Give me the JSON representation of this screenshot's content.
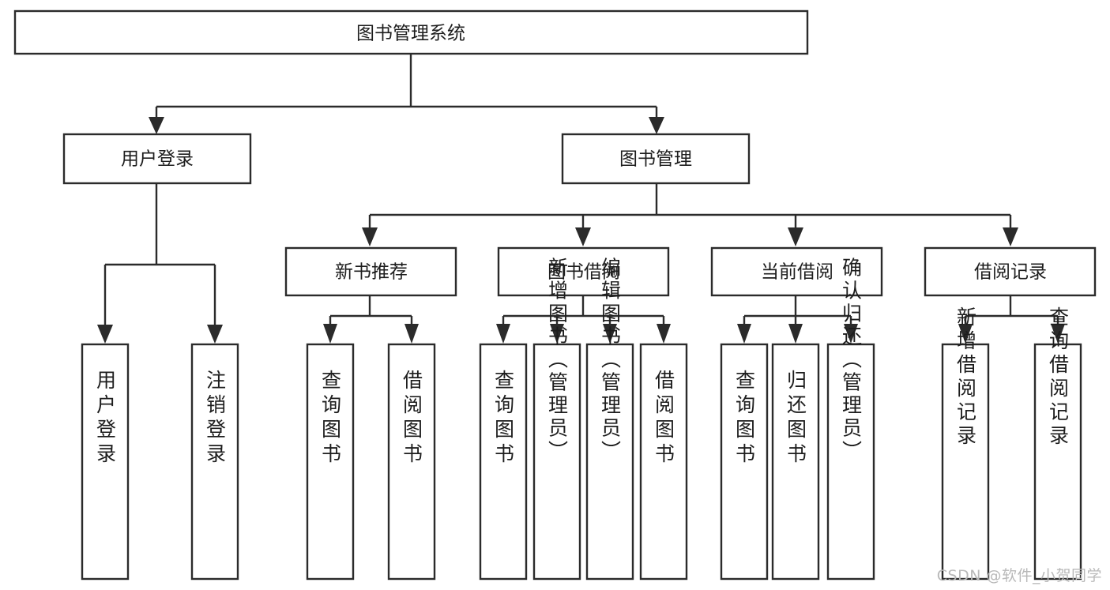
{
  "diagram": {
    "type": "tree",
    "title": "图书管理系统",
    "orientation": "top-down",
    "colors": {
      "box_stroke": "#2b2b2b",
      "box_fill": "#ffffff",
      "text": "#1d1d1d",
      "link": "#2b2b2b",
      "background": "#ffffff",
      "watermark": "#b9b9b9"
    },
    "levels": {
      "root": "图书管理系统",
      "level2": [
        "用户登录",
        "图书管理"
      ],
      "level3": [
        "新书推荐",
        "图书借阅",
        "当前借阅",
        "借阅记录"
      ]
    },
    "nodes": {
      "root": {
        "label": "图书管理系统"
      },
      "user_login": {
        "label": "用户登录"
      },
      "book_manage": {
        "label": "图书管理"
      },
      "new_book_rec": {
        "label": "新书推荐"
      },
      "book_borrow": {
        "label": "图书借阅"
      },
      "current_borrow": {
        "label": "当前借阅"
      },
      "borrow_record": {
        "label": "借阅记录"
      },
      "leaf_user_login": {
        "label": "用户登录"
      },
      "leaf_logout": {
        "label": "注销登录"
      },
      "leaf_query_book_1": {
        "label": "查询图书"
      },
      "leaf_borrow_book_1": {
        "label": "借阅图书"
      },
      "leaf_query_book_2": {
        "label": "查询图书"
      },
      "leaf_add_book": {
        "label": "新增图书（管理员）"
      },
      "leaf_edit_book": {
        "label": "编辑图书（管理员）"
      },
      "leaf_borrow_book_2": {
        "label": "借阅图书"
      },
      "leaf_query_book_3": {
        "label": "查询图书"
      },
      "leaf_return_book": {
        "label": "归还图书"
      },
      "leaf_confirm_return": {
        "label": "确认归还（管理员）"
      },
      "leaf_add_record": {
        "label": "新增借阅记录"
      },
      "leaf_query_record": {
        "label": "查询借阅记录"
      }
    },
    "edges": [
      {
        "from": "图书管理系统",
        "to": "用户登录"
      },
      {
        "from": "图书管理系统",
        "to": "图书管理"
      },
      {
        "from": "用户登录",
        "to": "用户登录"
      },
      {
        "from": "用户登录",
        "to": "注销登录"
      },
      {
        "from": "图书管理",
        "to": "新书推荐"
      },
      {
        "from": "图书管理",
        "to": "图书借阅"
      },
      {
        "from": "图书管理",
        "to": "当前借阅"
      },
      {
        "from": "图书管理",
        "to": "借阅记录"
      },
      {
        "from": "新书推荐",
        "to": "查询图书"
      },
      {
        "from": "新书推荐",
        "to": "借阅图书"
      },
      {
        "from": "图书借阅",
        "to": "查询图书"
      },
      {
        "from": "图书借阅",
        "to": "新增图书（管理员）"
      },
      {
        "from": "图书借阅",
        "to": "编辑图书（管理员）"
      },
      {
        "from": "图书借阅",
        "to": "借阅图书"
      },
      {
        "from": "当前借阅",
        "to": "查询图书"
      },
      {
        "from": "当前借阅",
        "to": "归还图书"
      },
      {
        "from": "当前借阅",
        "to": "确认归还（管理员）"
      },
      {
        "from": "借阅记录",
        "to": "新增借阅记录"
      },
      {
        "from": "借阅记录",
        "to": "查询借阅记录"
      }
    ]
  },
  "watermark": {
    "text": "CSDN @软件_小贺同学"
  }
}
